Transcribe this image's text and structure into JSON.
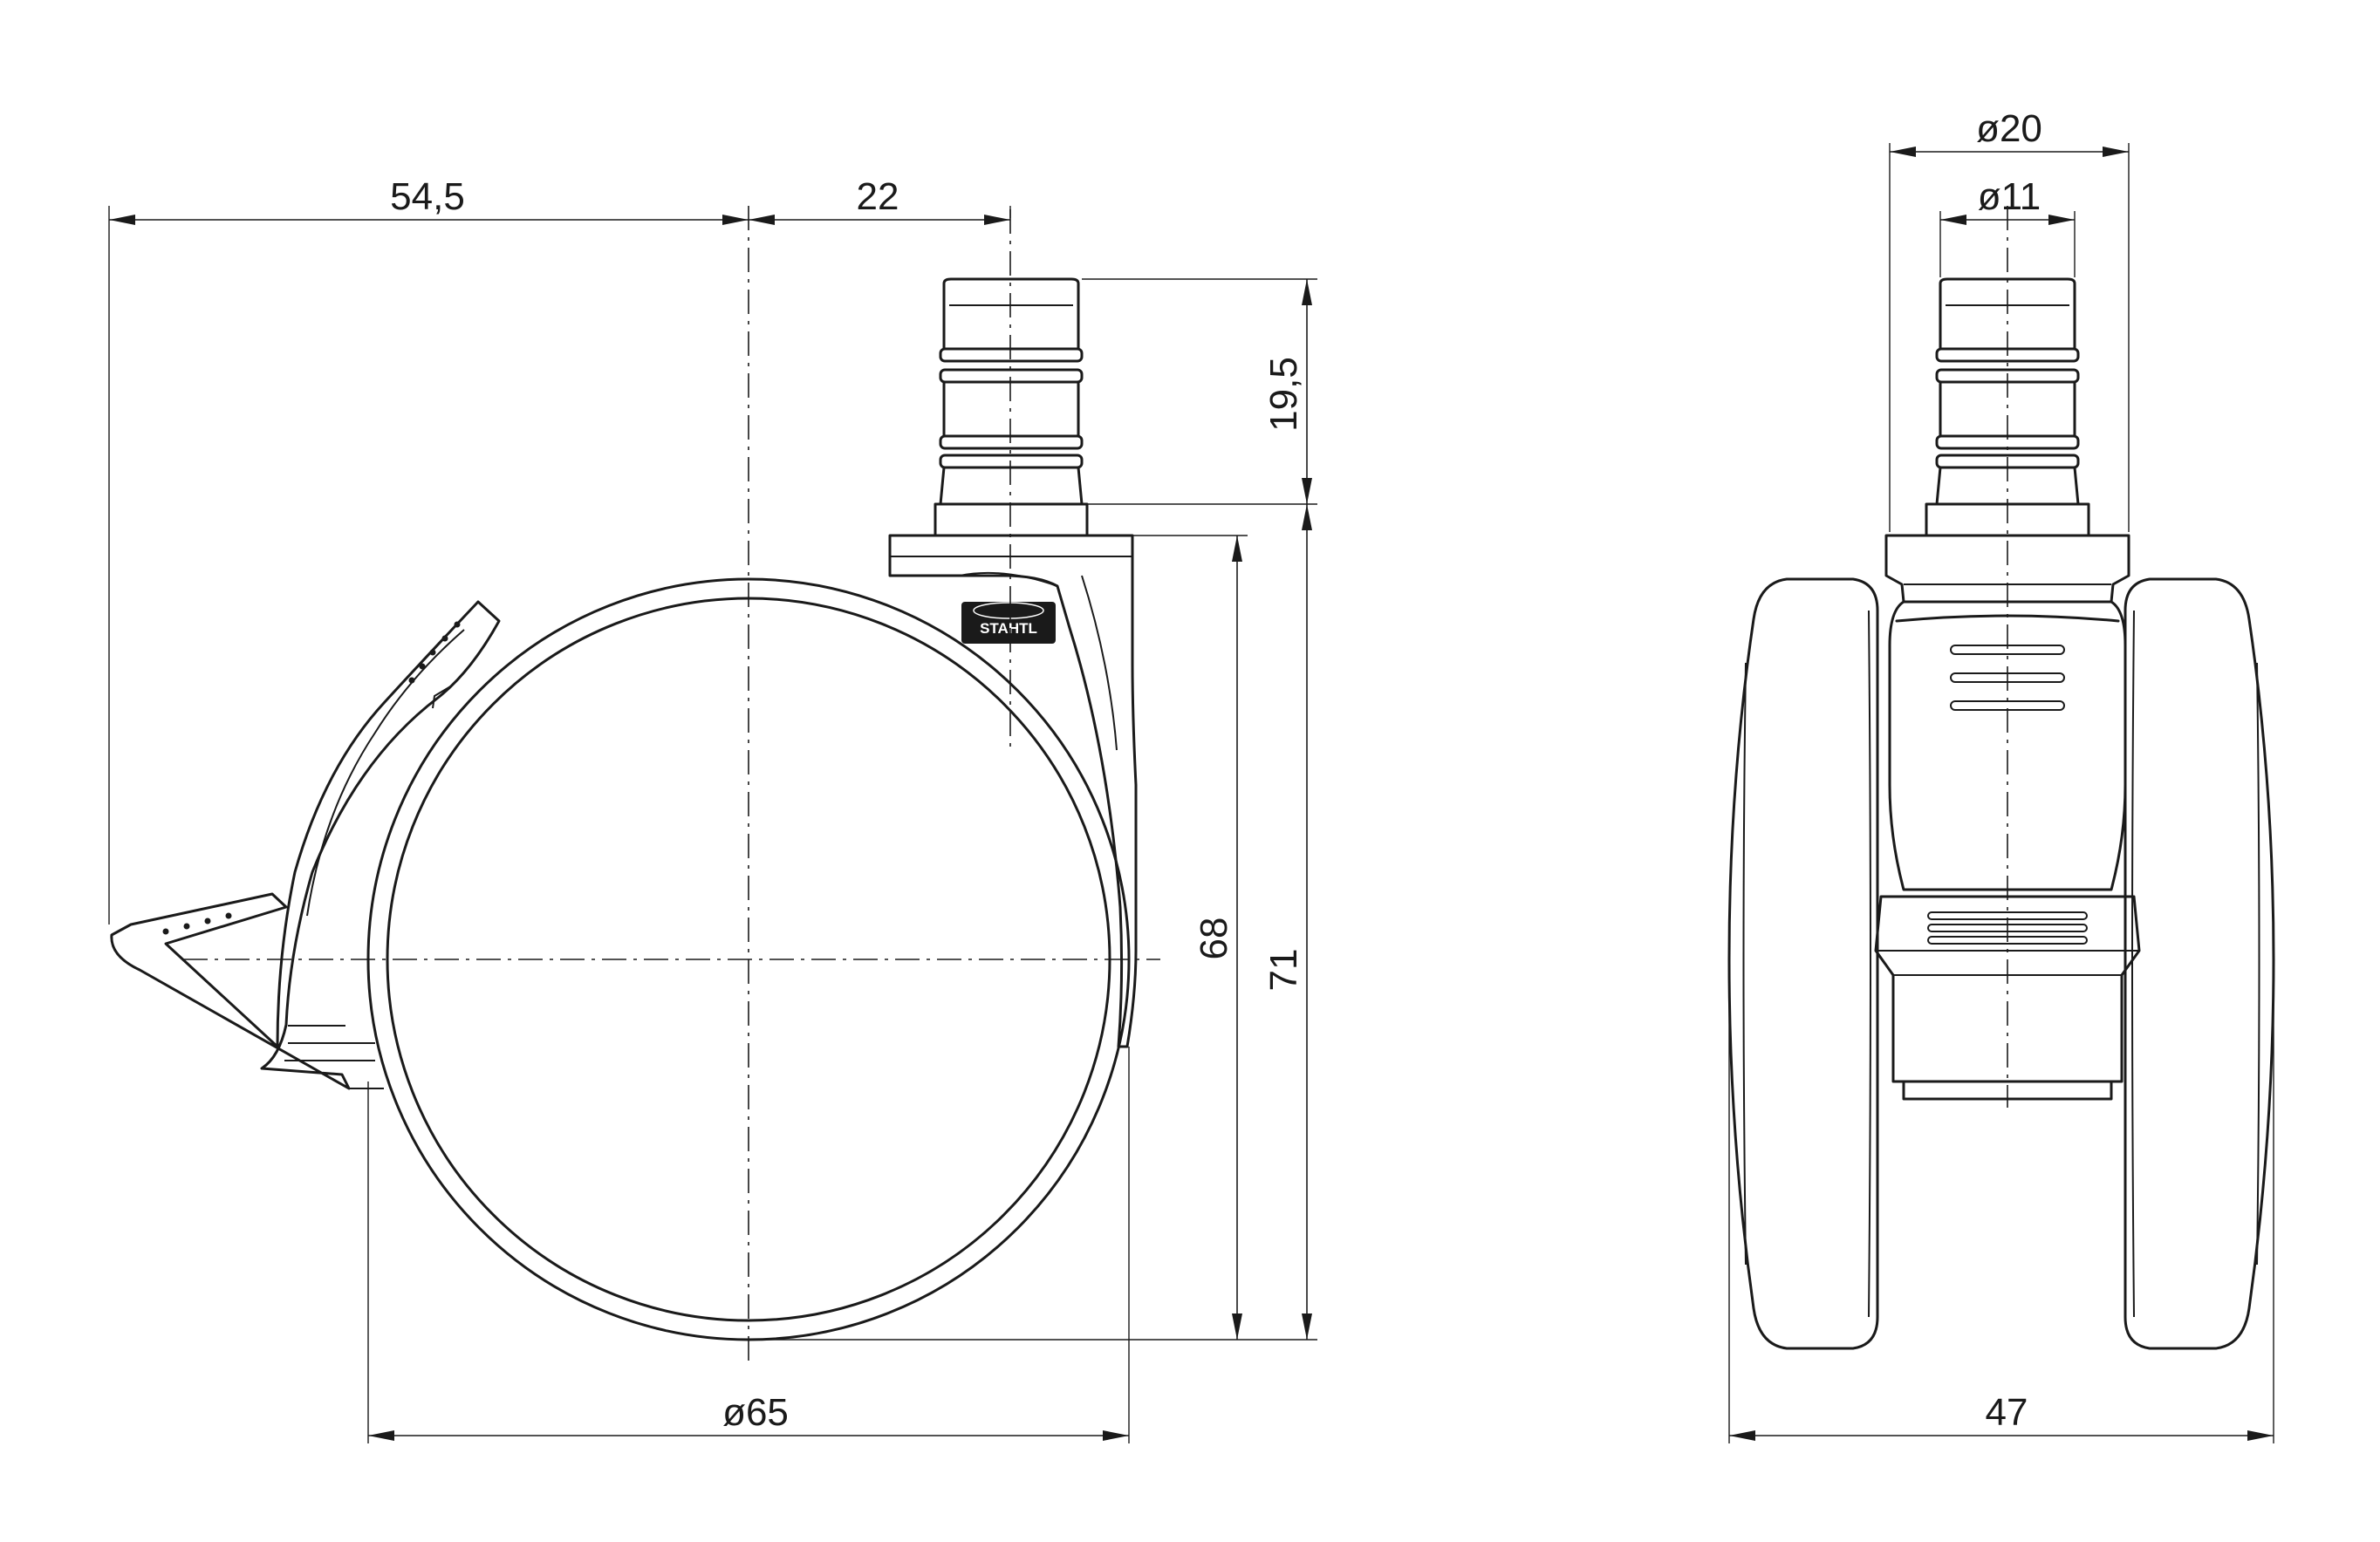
{
  "dimensions": {
    "d_54_5": "54,5",
    "d_22": "22",
    "d_19_5": "19,5",
    "d_68": "68",
    "d_71": "71",
    "d_65_diam": "ø65",
    "d_20_diam": "ø20",
    "d_11_diam": "ø11",
    "d_47": "47"
  },
  "logo": {
    "text": "STAHTL"
  },
  "colors": {
    "line": "#1a1a1a",
    "background": "#ffffff"
  }
}
